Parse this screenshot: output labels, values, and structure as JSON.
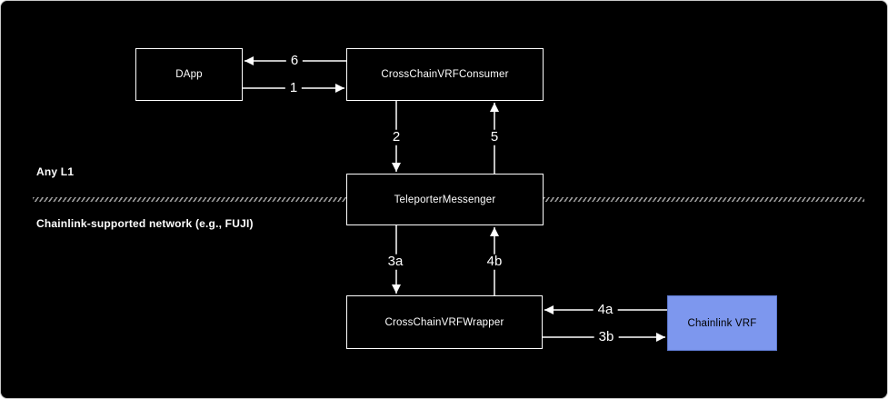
{
  "regions": {
    "top_label": "Any L1",
    "bottom_label": "Chainlink-supported network (e.g., FUJI)"
  },
  "nodes": {
    "dapp": {
      "label": "DApp"
    },
    "consumer": {
      "label": "CrossChainVRFConsumer"
    },
    "teleporter": {
      "label": "TeleporterMessenger"
    },
    "wrapper": {
      "label": "CrossChainVRFWrapper"
    },
    "chainlink_vrf": {
      "label": "Chainlink VRF"
    }
  },
  "edges": [
    {
      "label": "6",
      "from": "CrossChainVRFConsumer",
      "to": "DApp",
      "direction": "left"
    },
    {
      "label": "1",
      "from": "DApp",
      "to": "CrossChainVRFConsumer",
      "direction": "right"
    },
    {
      "label": "2",
      "from": "CrossChainVRFConsumer",
      "to": "TeleporterMessenger",
      "direction": "down"
    },
    {
      "label": "5",
      "from": "TeleporterMessenger",
      "to": "CrossChainVRFConsumer",
      "direction": "up"
    },
    {
      "label": "3a",
      "from": "TeleporterMessenger",
      "to": "CrossChainVRFWrapper",
      "direction": "down"
    },
    {
      "label": "4b",
      "from": "CrossChainVRFWrapper",
      "to": "TeleporterMessenger",
      "direction": "up"
    },
    {
      "label": "4a",
      "from": "Chainlink VRF",
      "to": "CrossChainVRFWrapper",
      "direction": "left"
    },
    {
      "label": "3b",
      "from": "CrossChainVRFWrapper",
      "to": "Chainlink VRF",
      "direction": "right"
    }
  ],
  "colors": {
    "background": "#000000",
    "node_border": "#ffffff",
    "node_text": "#ffffff",
    "arrow": "#ffffff",
    "chainlink_fill": "#7d97ee",
    "chainlink_text": "#000000",
    "divider": "#999999"
  }
}
